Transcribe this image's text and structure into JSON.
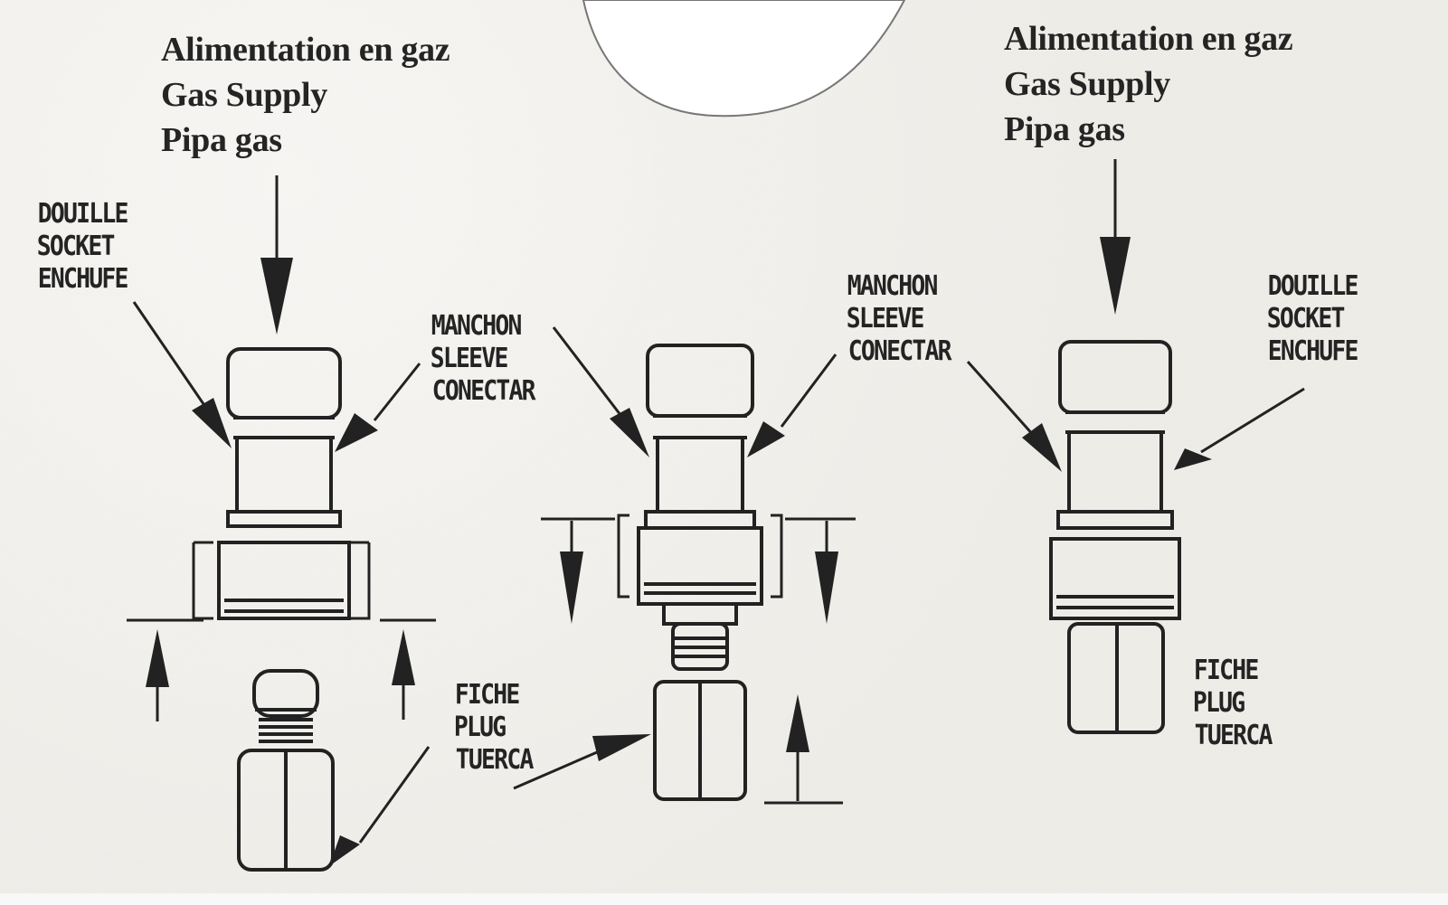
{
  "supply_left": {
    "lines": [
      "Alimentation en gaz",
      "Gas Supply",
      "Pipa gas"
    ]
  },
  "supply_right": {
    "lines": [
      "Alimentation en gaz",
      "Gas Supply",
      "Pipa gas"
    ]
  },
  "socket_left": {
    "lines": [
      "DOUILLE",
      "SOCKET",
      "ENCHUFE"
    ]
  },
  "socket_right": {
    "lines": [
      "DOUILLE",
      "SOCKET",
      "ENCHUFE"
    ]
  },
  "sleeve_left": {
    "lines": [
      "MANCHON",
      "SLEEVE",
      "CONECTAR"
    ]
  },
  "sleeve_center": {
    "lines": [
      "MANCHON",
      "SLEEVE",
      "CONECTAR"
    ]
  },
  "plug_left": {
    "lines": [
      "FICHE",
      "PLUG",
      "TUERCA"
    ]
  },
  "plug_right": {
    "lines": [
      "FICHE",
      "PLUG",
      "TUERCA"
    ]
  }
}
